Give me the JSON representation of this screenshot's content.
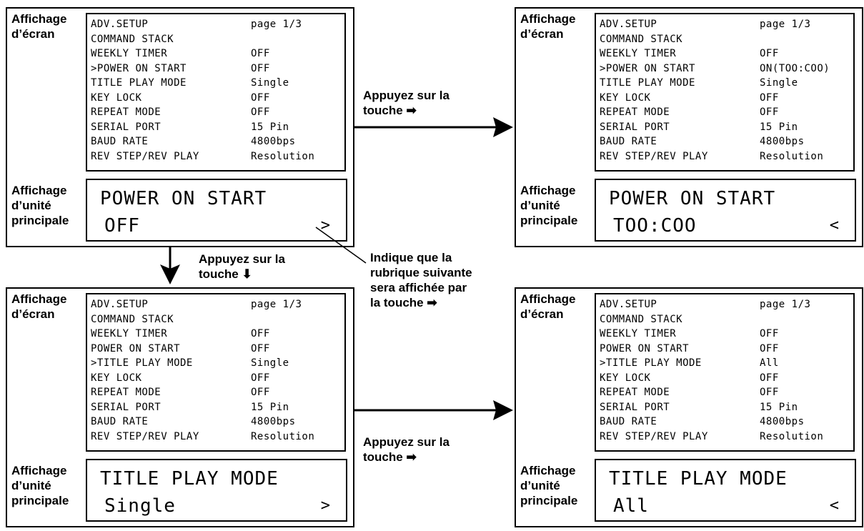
{
  "labels": {
    "screen": "Affichage\nd’écran",
    "unit": "Affichage\nd’unité\nprincipale"
  },
  "panels": [
    {
      "id": "tl",
      "rows": [
        [
          "ADV.SETUP",
          "page 1/3"
        ],
        [
          "COMMAND STACK",
          ""
        ],
        [
          "WEEKLY TIMER",
          "OFF"
        ],
        [
          ">POWER ON START",
          "OFF"
        ],
        [
          "TITLE PLAY MODE",
          "Single"
        ],
        [
          "KEY LOCK",
          "OFF"
        ],
        [
          "REPEAT MODE",
          "OFF"
        ],
        [
          "SERIAL PORT",
          "15 Pin"
        ],
        [
          "BAUD RATE",
          "4800bps"
        ],
        [
          "REV STEP/REV PLAY",
          "Resolution"
        ]
      ],
      "unit_line1": "POWER ON START",
      "unit_line2": "OFF",
      "unit_arrow": ">"
    },
    {
      "id": "tr",
      "rows": [
        [
          "ADV.SETUP",
          "page 1/3"
        ],
        [
          "COMMAND STACK",
          ""
        ],
        [
          "WEEKLY TIMER",
          "OFF"
        ],
        [
          ">POWER ON START",
          "ON(TOO:COO)"
        ],
        [
          "TITLE PLAY MODE",
          "Single"
        ],
        [
          "KEY LOCK",
          "OFF"
        ],
        [
          "REPEAT MODE",
          "OFF"
        ],
        [
          "SERIAL PORT",
          "15 Pin"
        ],
        [
          "BAUD RATE",
          "4800bps"
        ],
        [
          "REV STEP/REV PLAY",
          "Resolution"
        ]
      ],
      "unit_line1": "POWER ON START",
      "unit_line2": "TOO:COO",
      "unit_arrow": "<"
    },
    {
      "id": "bl",
      "rows": [
        [
          "ADV.SETUP",
          "page 1/3"
        ],
        [
          "COMMAND STACK",
          ""
        ],
        [
          "WEEKLY TIMER",
          "OFF"
        ],
        [
          "POWER ON START",
          "OFF"
        ],
        [
          ">TITLE PLAY MODE",
          "Single"
        ],
        [
          "KEY LOCK",
          "OFF"
        ],
        [
          "REPEAT MODE",
          "OFF"
        ],
        [
          "SERIAL PORT",
          "15 Pin"
        ],
        [
          "BAUD RATE",
          "4800bps"
        ],
        [
          "REV STEP/REV PLAY",
          "Resolution"
        ]
      ],
      "unit_line1": "TITLE PLAY MODE",
      "unit_line2": "Single",
      "unit_arrow": ">"
    },
    {
      "id": "br",
      "rows": [
        [
          "ADV.SETUP",
          "page 1/3"
        ],
        [
          "COMMAND STACK",
          ""
        ],
        [
          "WEEKLY TIMER",
          "OFF"
        ],
        [
          "POWER ON START",
          "OFF"
        ],
        [
          ">TITLE PLAY MODE",
          "All"
        ],
        [
          "KEY LOCK",
          "OFF"
        ],
        [
          "REPEAT MODE",
          "OFF"
        ],
        [
          "SERIAL PORT",
          "15 Pin"
        ],
        [
          "BAUD RATE",
          "4800bps"
        ],
        [
          "REV STEP/REV PLAY",
          "Resolution"
        ]
      ],
      "unit_line1": "TITLE PLAY MODE",
      "unit_line2": "All",
      "unit_arrow": "<"
    }
  ],
  "notes": {
    "press_right_top": "Appuyez sur la\ntouche ➡",
    "press_down": "Appuyez sur la\ntouche ⬇",
    "indicator": "Indique que la\nrubrique suivante\nsera affichée par\nla touche ➡",
    "press_right_bottom": "Appuyez sur la\ntouche ➡"
  }
}
